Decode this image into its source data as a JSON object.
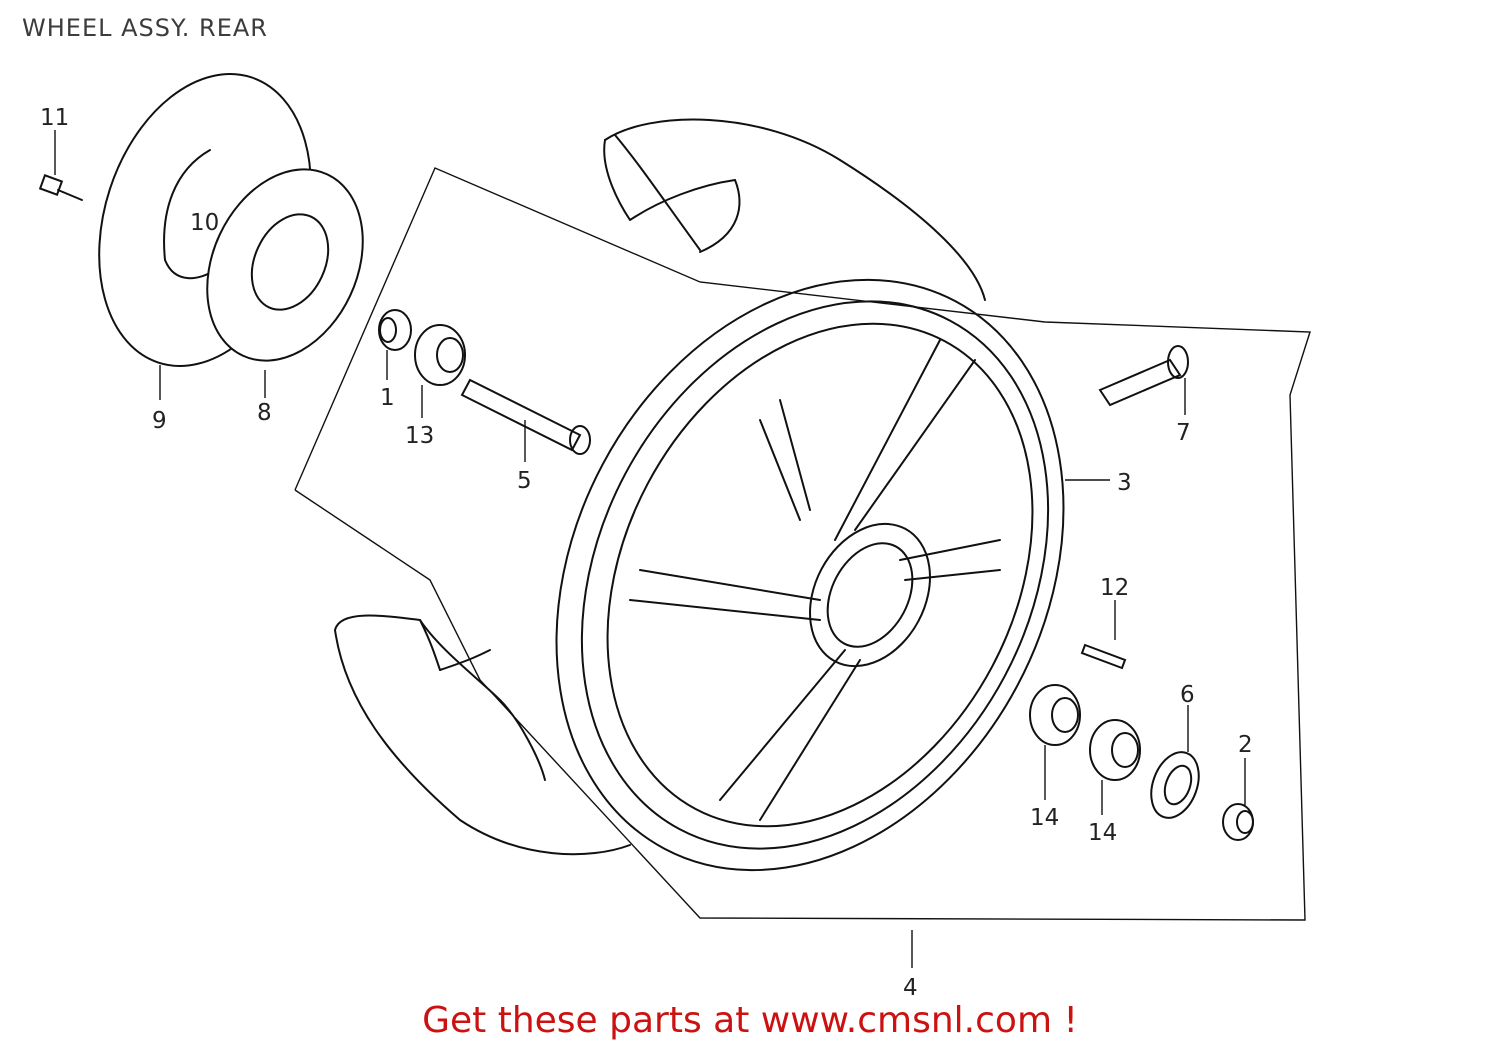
{
  "title": "WHEEL ASSY. REAR",
  "callouts": {
    "p1": "1",
    "p2": "2",
    "p3": "3",
    "p4": "4",
    "p5": "5",
    "p6": "6",
    "p7": "7",
    "p8": "8",
    "p9": "9",
    "p10": "10",
    "p11": "11",
    "p12": "12",
    "p13": "13",
    "p14a": "14",
    "p14b": "14"
  },
  "footer": "Get these parts at www.cmsnl.com !",
  "colors": {
    "footer_text": "#cc1111",
    "line": "#111111"
  }
}
